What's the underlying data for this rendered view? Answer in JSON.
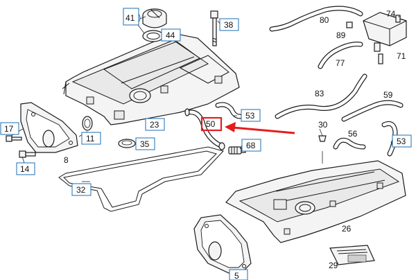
{
  "callouts": [
    {
      "id": "41",
      "label": "41"
    },
    {
      "id": "44",
      "label": "44"
    },
    {
      "id": "38",
      "label": "38"
    },
    {
      "id": "80",
      "label": "80"
    },
    {
      "id": "74",
      "label": "74"
    },
    {
      "id": "89",
      "label": "89"
    },
    {
      "id": "77",
      "label": "77"
    },
    {
      "id": "71",
      "label": "71"
    },
    {
      "id": "83",
      "label": "83"
    },
    {
      "id": "59",
      "label": "59"
    },
    {
      "id": "53a",
      "label": "53"
    },
    {
      "id": "50",
      "label": "50"
    },
    {
      "id": "23",
      "label": "23"
    },
    {
      "id": "11",
      "label": "11"
    },
    {
      "id": "17",
      "label": "17"
    },
    {
      "id": "14",
      "label": "14"
    },
    {
      "id": "8",
      "label": "8"
    },
    {
      "id": "35",
      "label": "35"
    },
    {
      "id": "68",
      "label": "68"
    },
    {
      "id": "30",
      "label": "30"
    },
    {
      "id": "56",
      "label": "56"
    },
    {
      "id": "53b",
      "label": "53"
    },
    {
      "id": "32",
      "label": "32"
    },
    {
      "id": "26",
      "label": "26"
    },
    {
      "id": "29",
      "label": "29"
    },
    {
      "id": "5",
      "label": "5"
    }
  ],
  "highlight": {
    "part": "50",
    "color": "#e51d1d"
  },
  "colors": {
    "callout_border": "#2f7bbd",
    "line": "#1a1a1a"
  }
}
